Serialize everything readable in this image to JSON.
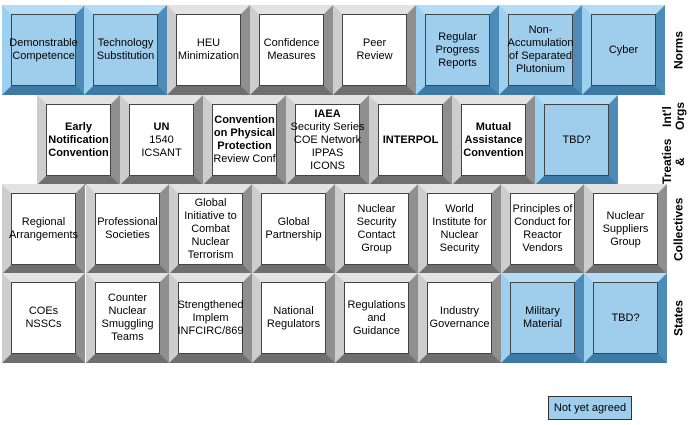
{
  "rows": [
    {
      "label": [
        "Norms"
      ],
      "cells": [
        {
          "lines": [
            "Demonstrable",
            "Competence"
          ],
          "agreed": false
        },
        {
          "lines": [
            "Technology",
            "Substitution"
          ],
          "agreed": false
        },
        {
          "lines": [
            "HEU",
            "Minimization"
          ],
          "agreed": true
        },
        {
          "lines": [
            "Confidence",
            "Measures"
          ],
          "agreed": true
        },
        {
          "lines": [
            "Peer",
            "Review"
          ],
          "agreed": true
        },
        {
          "lines": [
            "Regular",
            "Progress",
            "Reports"
          ],
          "agreed": false
        },
        {
          "lines": [
            "Non-",
            "Accumulation",
            "of Separated",
            "Plutonium"
          ],
          "agreed": false
        },
        {
          "lines": [
            "Cyber"
          ],
          "agreed": false
        }
      ]
    },
    {
      "label": [
        "Treaties &",
        "Int'l Orgs"
      ],
      "cells": [
        {
          "lines": [
            "Early",
            "Notification",
            "Convention"
          ],
          "bold": [
            0,
            1,
            2
          ],
          "agreed": true
        },
        {
          "lines": [
            "UN",
            "1540",
            "ICSANT"
          ],
          "bold": [
            0
          ],
          "agreed": true
        },
        {
          "lines": [
            "Convention",
            "on Physical",
            "Protection",
            "Review Conf"
          ],
          "bold": [
            0,
            1,
            2
          ],
          "agreed": true
        },
        {
          "lines": [
            "IAEA",
            "Security Series",
            "COE Network",
            "IPPAS",
            "ICONS"
          ],
          "bold": [
            0
          ],
          "agreed": true
        },
        {
          "lines": [
            "INTERPOL"
          ],
          "bold": [
            0
          ],
          "agreed": true
        },
        {
          "lines": [
            "Mutual",
            "Assistance",
            "Convention"
          ],
          "bold": [
            0,
            1,
            2
          ],
          "agreed": true
        },
        {
          "lines": [
            "TBD?"
          ],
          "agreed": false
        }
      ]
    },
    {
      "label": [
        "Collectives"
      ],
      "cells": [
        {
          "lines": [
            "Regional",
            "Arrangements"
          ],
          "agreed": true
        },
        {
          "lines": [
            "Professional",
            "Societies"
          ],
          "agreed": true
        },
        {
          "lines": [
            "Global",
            "Initiative to",
            "Combat",
            "Nuclear",
            "Terrorism"
          ],
          "agreed": true
        },
        {
          "lines": [
            "Global",
            "Partnership"
          ],
          "agreed": true
        },
        {
          "lines": [
            "Nuclear",
            "Security",
            "Contact",
            "Group"
          ],
          "agreed": true
        },
        {
          "lines": [
            "World",
            "Institute for",
            "Nuclear",
            "Security"
          ],
          "agreed": true
        },
        {
          "lines": [
            "Principles of",
            "Conduct for",
            "Reactor",
            "Vendors"
          ],
          "agreed": true
        },
        {
          "lines": [
            "Nuclear",
            "Suppliers",
            "Group"
          ],
          "agreed": true
        }
      ]
    },
    {
      "label": [
        "States"
      ],
      "cells": [
        {
          "lines": [
            "COEs",
            "NSSCs"
          ],
          "agreed": true
        },
        {
          "lines": [
            "Counter",
            "Nuclear",
            "Smuggling",
            "Teams"
          ],
          "agreed": true
        },
        {
          "lines": [
            "Strengthened",
            "Implem",
            "INFCIRC/869"
          ],
          "agreed": true
        },
        {
          "lines": [
            "National",
            "Regulators"
          ],
          "agreed": true
        },
        {
          "lines": [
            "Regulations",
            "and",
            "Guidance"
          ],
          "agreed": true
        },
        {
          "lines": [
            "Industry",
            "Governance"
          ],
          "agreed": true
        },
        {
          "lines": [
            "Military",
            "Material"
          ],
          "agreed": false
        },
        {
          "lines": [
            "TBD?"
          ],
          "agreed": false
        }
      ]
    }
  ],
  "legend": {
    "label": "Not yet agreed",
    "color": "#9fcdec"
  }
}
